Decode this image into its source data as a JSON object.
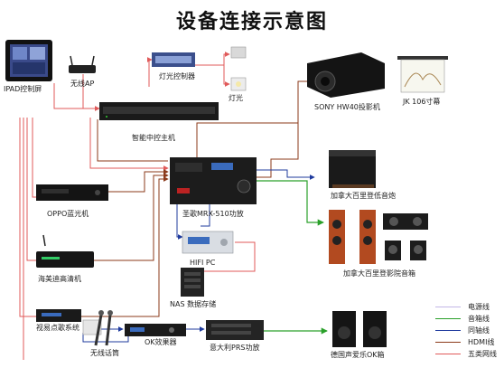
{
  "title": "设备连接示意图",
  "devices": {
    "ipad": "IPAD控制屏",
    "wireless_ap": "无线AP",
    "light_controller": "灯光控制器",
    "light": "灯光",
    "projector": "SONY HW40投影机",
    "screen": "JK 106寸幕",
    "central_host": "智能中控主机",
    "amplifier": "圣歌MRX-510功放",
    "subwoofer": "加拿大百里登低音炮",
    "oppo": "OPPO蓝光机",
    "theater_speakers": "加拿大百里登影院音箱",
    "hifi_pc": "HIFI PC",
    "hd_player": "海美迪高清机",
    "nas": "NAS 数据存储",
    "karaoke_system": "视易点歌系统",
    "wireless_mic": "无线话筒",
    "ok_effects": "OK效果器",
    "prs_amp": "意大利PRS功放",
    "ok_speakers": "德国声爱乐OK箱"
  },
  "legend": [
    {
      "label": "电源线",
      "color": "#c3b6e6"
    },
    {
      "label": "音箱线",
      "color": "#2aa02a"
    },
    {
      "label": "同轴线",
      "color": "#1f3b9e"
    },
    {
      "label": "HDMI线",
      "color": "#8b3a1a"
    },
    {
      "label": "五类网线",
      "color": "#e05a5a"
    }
  ]
}
